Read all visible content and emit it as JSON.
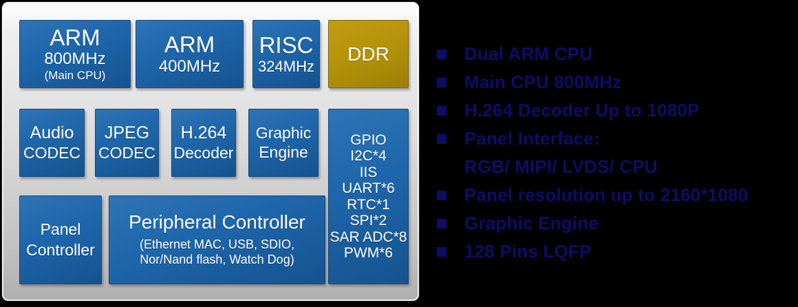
{
  "soc": {
    "blocks": {
      "arm_main": {
        "title": "ARM",
        "subtitle": "800MHz",
        "note": "(Main CPU)"
      },
      "arm_second": {
        "title": "ARM",
        "subtitle": "400MHz"
      },
      "risc": {
        "title": "RISC",
        "subtitle": "324MHz"
      },
      "ddr": {
        "title": "DDR"
      },
      "audio_codec": {
        "line1": "Audio",
        "line2": "CODEC"
      },
      "jpeg_codec": {
        "line1": "JPEG",
        "line2": "CODEC"
      },
      "h264_decoder": {
        "line1": "H.264",
        "line2": "Decoder"
      },
      "graphic_engine": {
        "line1": "Graphic",
        "line2": "Engine"
      },
      "io_block": {
        "lines": [
          "GPIO",
          "I2C*4",
          "IIS",
          "UART*6",
          "RTC*1",
          "SPI*2",
          "SAR ADC*8",
          "PWM*6"
        ]
      },
      "panel_controller": {
        "line1": "Panel",
        "line2": "Controller"
      },
      "peripheral_controller": {
        "title": "Peripheral Controller",
        "sub1": "(Ethernet MAC, USB, SDIO,",
        "sub2": "Nor/Nand flash, Watch Dog)"
      }
    },
    "colors": {
      "block_blue": "#1e66ab",
      "block_gold": "#b29108",
      "block_text": "#ffffff",
      "panel_background": "#d9d9d9",
      "page_background": "#000000"
    }
  },
  "features": {
    "text_color": "#0d0d66",
    "items": [
      {
        "text": "Dual ARM CPU",
        "bullet": true
      },
      {
        "text": "Main CPU 800MHz",
        "bullet": true
      },
      {
        "text": "H.264 Decoder Up to 1080P",
        "bullet": true
      },
      {
        "text": "Panel Interface:",
        "bullet": true
      },
      {
        "text": "RGB/ MIPI/ LVDS/ CPU",
        "bullet": false
      },
      {
        "text": "Panel resolution up to 2160*1080",
        "bullet": true
      },
      {
        "text": "Graphic Engine",
        "bullet": true
      },
      {
        "text": "128 Pins LQFP",
        "bullet": true
      }
    ]
  }
}
